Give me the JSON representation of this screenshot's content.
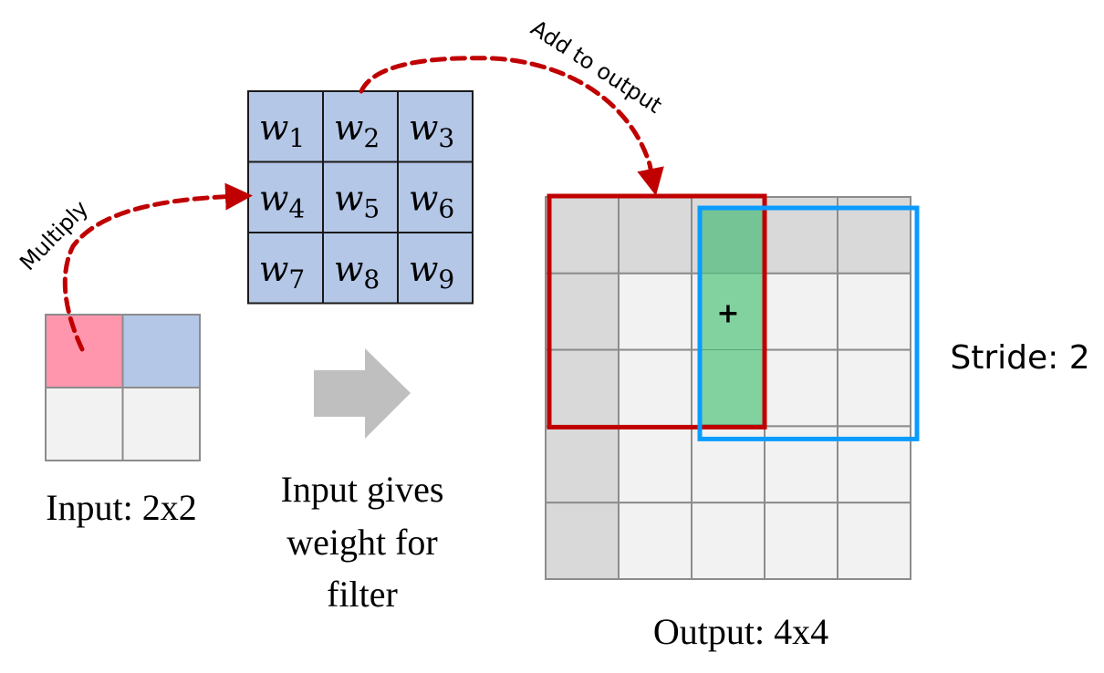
{
  "title": "Transposed convolution illustration",
  "colors": {
    "weight_fill": "#b4c7e7",
    "weight_border": "#1a1a1a",
    "input_active": "#ff96ad",
    "input_other": "#b4c7e7",
    "cell_light": "#f2f2f2",
    "cell_padding": "#d9d9d9",
    "grid_line": "#8c8c8c",
    "overlap_fill": "#82d2a0",
    "overlap_fill_top": "#74c495",
    "red_window": "#c00000",
    "blue_window": "#0a9bff",
    "arrow_dashed": "#c00000",
    "big_arrow": "#bfbfbf",
    "text": "#000000"
  },
  "filter": {
    "rows": 3,
    "cols": 3,
    "weights": [
      {
        "base": "w",
        "sub": "1"
      },
      {
        "base": "w",
        "sub": "2"
      },
      {
        "base": "w",
        "sub": "3"
      },
      {
        "base": "w",
        "sub": "4"
      },
      {
        "base": "w",
        "sub": "5"
      },
      {
        "base": "w",
        "sub": "6"
      },
      {
        "base": "w",
        "sub": "7"
      },
      {
        "base": "w",
        "sub": "8"
      },
      {
        "base": "w",
        "sub": "9"
      }
    ]
  },
  "input": {
    "label": "Input: 2x2",
    "rows": 2,
    "cols": 2,
    "cells": [
      "active",
      "next",
      "idle",
      "idle"
    ]
  },
  "output": {
    "label": "Output: 4x4",
    "grid_rows": 5,
    "grid_cols": 5,
    "padding_rows": [
      0
    ],
    "padding_cols": [
      0
    ],
    "red_window": {
      "row": 0,
      "col": 0,
      "size": 3
    },
    "blue_window": {
      "row": 0,
      "col": 2,
      "size": 3
    },
    "overlap_col": 2,
    "overlap_rows": [
      0,
      1,
      2
    ],
    "overlap_symbol": "+"
  },
  "annotations": {
    "multiply": "Multiply",
    "add_to_output": "Add to output",
    "middle_caption": [
      "Input gives",
      "weight for",
      "filter"
    ],
    "stride": "Stride: 2"
  }
}
